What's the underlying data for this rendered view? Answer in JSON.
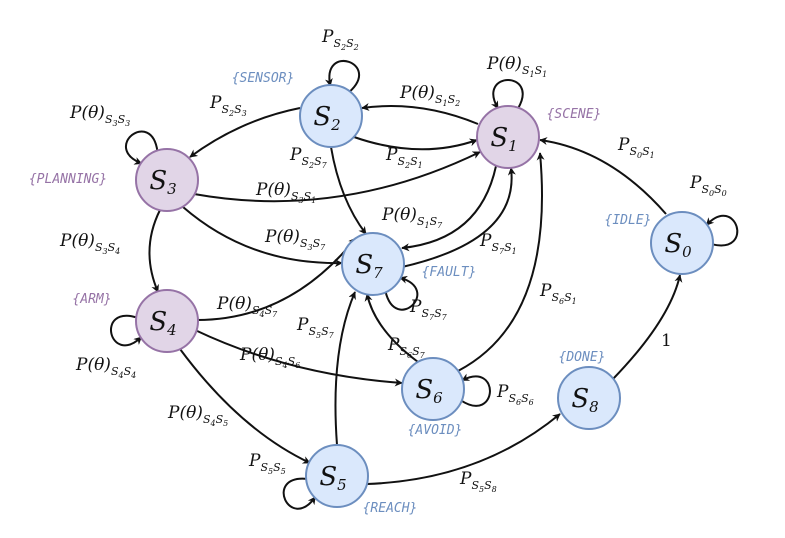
{
  "colors": {
    "blue_fill": "#dae8fc",
    "blue_stroke": "#6c8ebf",
    "purple_fill": "#e1d5e7",
    "purple_stroke": "#9673a6",
    "blue_tag": "#6c8ebf",
    "purple_tag": "#9673a6",
    "edge": "#111111"
  },
  "nodes": [
    {
      "id": "S0",
      "main": "S",
      "sub": "0",
      "tag": "{IDLE}",
      "kind": "blue"
    },
    {
      "id": "S1",
      "main": "S",
      "sub": "1",
      "tag": "{SCENE}",
      "kind": "purple"
    },
    {
      "id": "S2",
      "main": "S",
      "sub": "2",
      "tag": "{SENSOR}",
      "kind": "blue"
    },
    {
      "id": "S3",
      "main": "S",
      "sub": "3",
      "tag": "{PLANNING}",
      "kind": "purple"
    },
    {
      "id": "S4",
      "main": "S",
      "sub": "4",
      "tag": "{ARM}",
      "kind": "purple"
    },
    {
      "id": "S5",
      "main": "S",
      "sub": "5",
      "tag": "{REACH}",
      "kind": "blue"
    },
    {
      "id": "S6",
      "main": "S",
      "sub": "6",
      "tag": "{AVOID}",
      "kind": "blue"
    },
    {
      "id": "S7",
      "main": "S",
      "sub": "7",
      "tag": "{FAULT}",
      "kind": "blue"
    },
    {
      "id": "S8",
      "main": "S",
      "sub": "8",
      "tag": "{DONE}",
      "kind": "blue"
    }
  ],
  "edges": [
    {
      "from": "S0",
      "to": "S0",
      "label": "P_{S0S0}"
    },
    {
      "from": "S0",
      "to": "S1",
      "label": "P_{S0S1}"
    },
    {
      "from": "S1",
      "to": "S1",
      "label": "P(θ)_{S1S1}"
    },
    {
      "from": "S1",
      "to": "S2",
      "label": "P(θ)_{S1S2}"
    },
    {
      "from": "S1",
      "to": "S7",
      "label": "P(θ)_{S1S7}"
    },
    {
      "from": "S2",
      "to": "S2",
      "label": "P_{S2S2}"
    },
    {
      "from": "S2",
      "to": "S1",
      "label": "P_{S2S1}"
    },
    {
      "from": "S2",
      "to": "S3",
      "label": "P_{S2S3}"
    },
    {
      "from": "S2",
      "to": "S7",
      "label": "P_{S2S7}"
    },
    {
      "from": "S3",
      "to": "S3",
      "label": "P(θ)_{S3S3}"
    },
    {
      "from": "S3",
      "to": "S1",
      "label": "P(θ)_{S3S1}"
    },
    {
      "from": "S3",
      "to": "S7",
      "label": "P(θ)_{S3S7}"
    },
    {
      "from": "S3",
      "to": "S4",
      "label": "P(θ)_{S3S4}"
    },
    {
      "from": "S4",
      "to": "S4",
      "label": "P(θ)_{S4S4}"
    },
    {
      "from": "S4",
      "to": "S7",
      "label": "P(θ)_{S4S7}"
    },
    {
      "from": "S4",
      "to": "S6",
      "label": "P(θ)_{S4S6}"
    },
    {
      "from": "S4",
      "to": "S5",
      "label": "P(θ)_{S4S5}"
    },
    {
      "from": "S5",
      "to": "S5",
      "label": "P_{S5S5}"
    },
    {
      "from": "S5",
      "to": "S7",
      "label": "P_{S5S7}"
    },
    {
      "from": "S5",
      "to": "S8",
      "label": "P_{S5S8}"
    },
    {
      "from": "S6",
      "to": "S6",
      "label": "P_{S6S6}"
    },
    {
      "from": "S6",
      "to": "S7",
      "label": "P_{S6S7}"
    },
    {
      "from": "S6",
      "to": "S1",
      "label": "P_{S6S1}"
    },
    {
      "from": "S7",
      "to": "S7",
      "label": "P_{S7S7}"
    },
    {
      "from": "S7",
      "to": "S1",
      "label": "P_{S7S1}"
    },
    {
      "from": "S8",
      "to": "S0",
      "label": "1"
    }
  ]
}
